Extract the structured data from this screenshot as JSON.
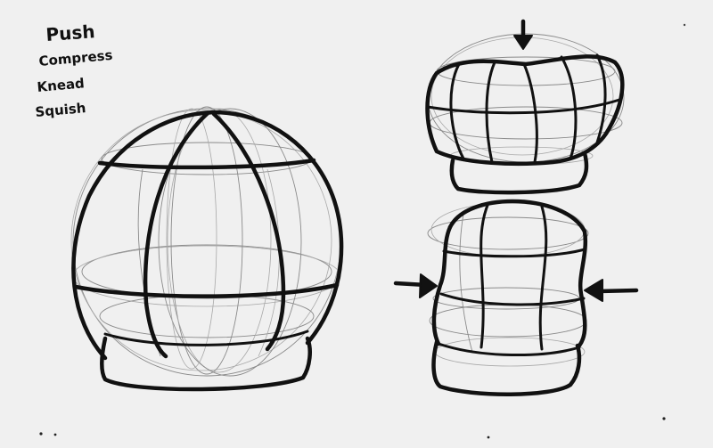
{
  "notes": {
    "lines": [
      "Push",
      "Compress",
      "Knead",
      "Squish"
    ]
  }
}
